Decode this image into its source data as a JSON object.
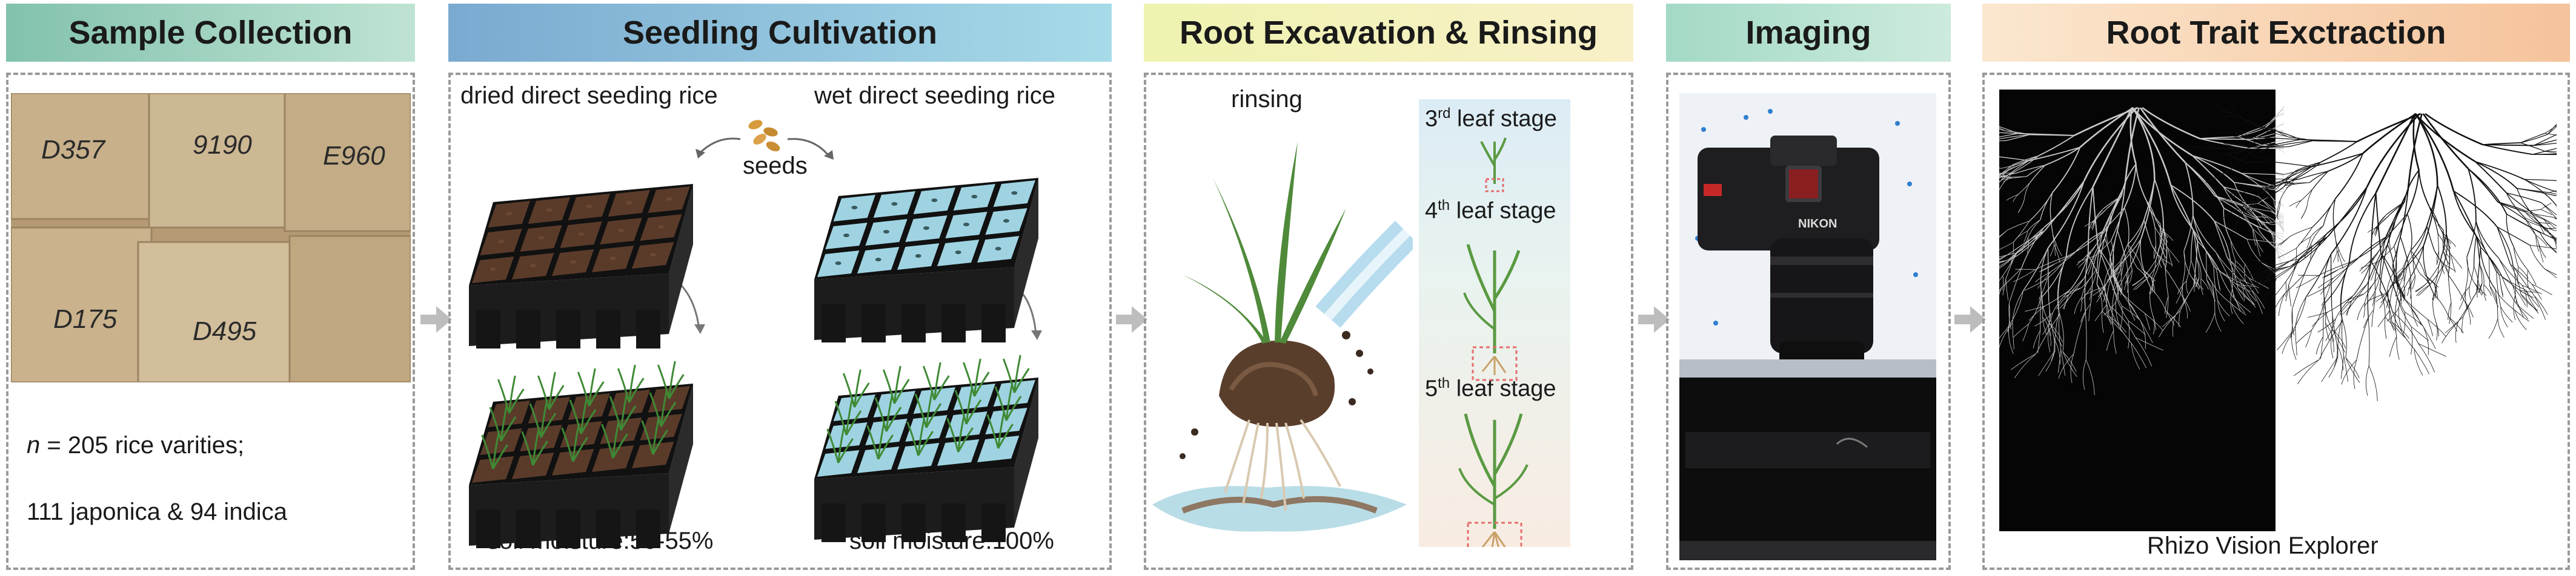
{
  "sample_collection": {
    "title": "Sample Collection",
    "bag_labels": [
      "D357",
      "9190",
      "E960",
      "D175",
      "D495"
    ],
    "n_prefix": "n",
    "n_text": " = 205 rice varities;",
    "subspecies_text": "111 japonica & 94 indica"
  },
  "seedling_cultivation": {
    "title": "Seedling Cultivation",
    "dry_label": "dried direct seeding rice",
    "wet_label": "wet direct seeding rice",
    "seeds_label": "seeds",
    "dry_moisture": "soil moisture:50-55%",
    "wet_moisture": "soil moisture:100%"
  },
  "root_excavation": {
    "title": "Root Excavation & Rinsing",
    "rinsing_label": "rinsing",
    "stages": [
      {
        "num": "3",
        "sup": "rd",
        "text": " leaf stage"
      },
      {
        "num": "4",
        "sup": "th",
        "text": " leaf stage"
      },
      {
        "num": "5",
        "sup": "th",
        "text": " leaf stage"
      }
    ]
  },
  "imaging": {
    "title": "Imaging",
    "camera_brand": "NIKON"
  },
  "root_trait": {
    "title": "Root Trait Exctraction",
    "software_label": "Rhizo Vision Explorer"
  },
  "colors": {
    "header_sample": "#8fc9b4",
    "header_seedling_left": "#7eaed2",
    "header_seedling_right": "#a3d9e6",
    "header_root_left": "#eef2b4",
    "header_root_right": "#f6efc3",
    "header_imaging": "#a9dcc9",
    "header_trait": "#f6c9a3",
    "dashed_border": "#9a9a9a",
    "soil": "#4d3426",
    "water": "#9fd3e2",
    "arrow": "#bdbdbd"
  }
}
